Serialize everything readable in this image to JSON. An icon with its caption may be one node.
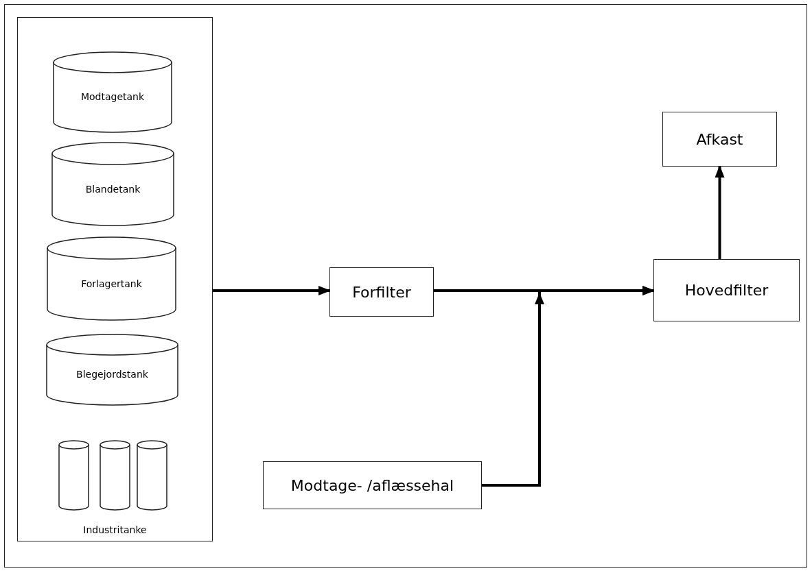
{
  "diagram": {
    "nodes": [
      {
        "text": [],
        "shape": "box"
      },
      {
        "text": [
          "Modtagetank"
        ],
        "in": 0
      },
      {
        "text": [
          "Blandetank"
        ],
        "in": 0
      },
      {
        "text": [
          "Forlagertank"
        ],
        "in": 0
      },
      {
        "text": [
          "Blegejordstank"
        ],
        "in": 0
      },
      {
        "text": [],
        "shape": "cylinder",
        "in": 0
      },
      {
        "text": [],
        "shape": "cylinder",
        "in": 0
      },
      {
        "text": [],
        "shape": "cylinder",
        "in": 0
      },
      {
        "text": [
          "Forfilter"
        ]
      },
      {
        "text": [
          "Hovedfilter"
        ]
      },
      {
        "text": [
          "Afkast"
        ]
      },
      {
        "text": [
          "Modtage- /aflæssehal"
        ]
      }
    ],
    "edges": [
      {
        "from": 0,
        "to": 8,
        "arrow": "to"
      },
      {
        "from": 8,
        "to": 9,
        "arrow": "to"
      },
      {
        "from": 11,
        "to": 9,
        "arrow": "to"
      },
      {
        "from": 9,
        "to": 10,
        "arrow": "to"
      }
    ],
    "labels": [
      "Industritanke"
    ]
  }
}
